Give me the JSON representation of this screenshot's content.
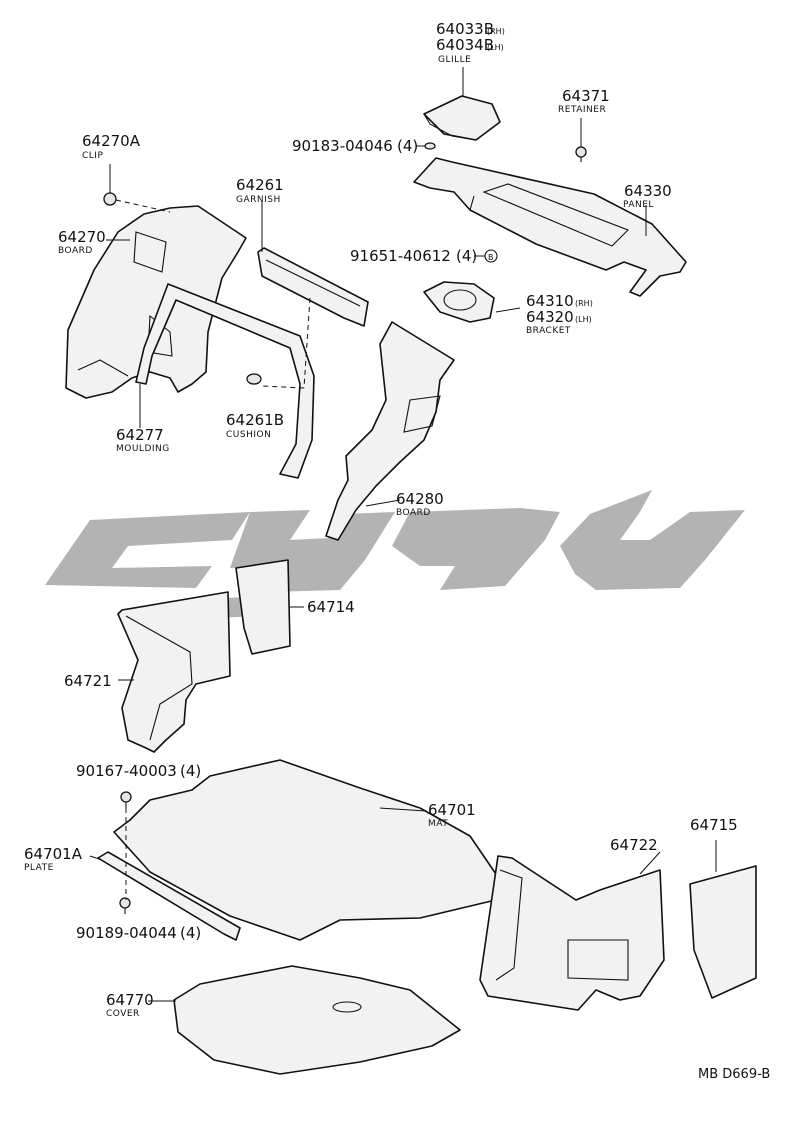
{
  "diagram": {
    "code": "MB D669-B",
    "parts": [
      {
        "id": "p64033B",
        "number": "64033B",
        "suffix": "(RH)"
      },
      {
        "id": "p64034B",
        "number": "64034B",
        "suffix": "(LH)",
        "name": "GLILLE"
      },
      {
        "id": "p64371",
        "number": "64371",
        "name": "RETAINER"
      },
      {
        "id": "p90183",
        "number": "90183-04046",
        "qty": "(4)"
      },
      {
        "id": "p64270A",
        "number": "64270A",
        "name": "CLIP"
      },
      {
        "id": "p64330",
        "number": "64330",
        "name": "PANEL"
      },
      {
        "id": "p64261",
        "number": "64261",
        "name": "GARNISH"
      },
      {
        "id": "p64270",
        "number": "64270",
        "name": "BOARD"
      },
      {
        "id": "p91651",
        "number": "91651-40612",
        "qty": "(4)",
        "marker": "B"
      },
      {
        "id": "p64310",
        "number": "64310",
        "suffix": "(RH)"
      },
      {
        "id": "p64320",
        "number": "64320",
        "suffix": "(LH)",
        "name": "BRACKET"
      },
      {
        "id": "p64261B",
        "number": "64261B",
        "name": "CUSHION"
      },
      {
        "id": "p64277",
        "number": "64277",
        "name": "MOULDING"
      },
      {
        "id": "p64280",
        "number": "64280",
        "name": "BOARD"
      },
      {
        "id": "p64714",
        "number": "64714"
      },
      {
        "id": "p64721",
        "number": "64721"
      },
      {
        "id": "p90167",
        "number": "90167-40003",
        "qty": "(4)"
      },
      {
        "id": "p64701",
        "number": "64701",
        "name": "MAT"
      },
      {
        "id": "p64701A",
        "number": "64701A",
        "name": "PLATE"
      },
      {
        "id": "p64722",
        "number": "64722"
      },
      {
        "id": "p64715",
        "number": "64715"
      },
      {
        "id": "p90189",
        "number": "90189-04044",
        "qty": "(4)"
      },
      {
        "id": "p64770",
        "number": "64770",
        "name": "COVER"
      }
    ]
  }
}
